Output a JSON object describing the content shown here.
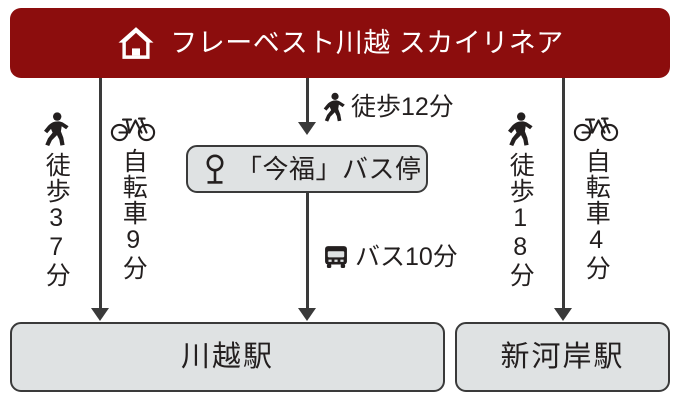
{
  "header": {
    "icon": "home-icon",
    "title": "フレーベスト川越 スカイリネア",
    "bg_color": "#8c0d0d",
    "text_color": "#ffffff"
  },
  "colors": {
    "accent_red": "#8c0d0d",
    "box_fill": "#dfe2e3",
    "box_border": "#3a3a3a",
    "line": "#3a3a3a",
    "text": "#231f1f"
  },
  "routes": {
    "left": {
      "walk": {
        "icon": "walking-icon",
        "label": "徒歩37分",
        "mode": "徒歩",
        "minutes": "37分"
      },
      "bike": {
        "icon": "bicycle-icon",
        "label": "自転車9分",
        "mode": "自転車",
        "minutes": "9分"
      },
      "destination": "川越駅"
    },
    "center": {
      "walk_to_busstop": {
        "icon": "walking-icon",
        "label": "徒歩12分"
      },
      "busstop": {
        "icon": "bus-stop-pole-icon",
        "label": "「今福」バス停"
      },
      "bus_to_station": {
        "icon": "bus-icon",
        "label": "バス10分"
      },
      "destination": "川越駅"
    },
    "right": {
      "walk": {
        "icon": "walking-icon",
        "label": "徒歩18分",
        "mode": "徒歩",
        "minutes": "18分"
      },
      "bike": {
        "icon": "bicycle-icon",
        "label": "自転車4分",
        "mode": "自転車",
        "minutes": "4分"
      },
      "destination": "新河岸駅"
    }
  },
  "stations": [
    {
      "name": "川越駅"
    },
    {
      "name": "新河岸駅"
    }
  ]
}
